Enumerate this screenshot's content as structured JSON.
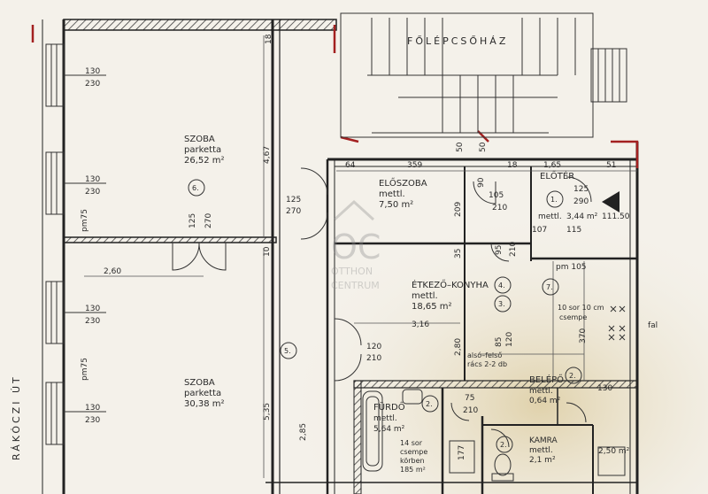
{
  "street": "RÁKÓCZI  ÚT",
  "stairwell": "FŐLÉPCSŐHÁZ",
  "watermark": {
    "brand_line1": "OTTHON",
    "brand_line2": "CENTRUM",
    "monogram": "OC"
  },
  "rooms": {
    "room_upper": {
      "name": "SZOBA",
      "floor": "parketta",
      "area": "26,52 m²",
      "number": "6."
    },
    "room_lower": {
      "name": "SZOBA",
      "floor": "parketta",
      "area": "30,38 m²",
      "number": "5."
    },
    "hall": {
      "name": "ELŐSZOBA",
      "floor": "mettl.",
      "area": "7,50 m²"
    },
    "vestibule": {
      "name": "ELŐTÉR",
      "floor": "mettl.",
      "area": "3,44 m²",
      "number": "1.",
      "height_mark": "111.50"
    },
    "kitchen": {
      "name": "ÉTKEZŐ–KONYHA",
      "floor": "mettl.",
      "area": "18,65 m²",
      "number": "4.",
      "number2": "3.",
      "number3": "7.",
      "tile_note": "10 sor 10 cm",
      "tile_note2": "csempe"
    },
    "kitchen_tiles": {
      "line1": "alsó–felső",
      "line2": "rács 2-2 db"
    },
    "walkin": {
      "name": "BELÉPŐ",
      "floor": "mettl.",
      "area": "0,64 m²",
      "number": "2."
    },
    "bathroom": {
      "name": "FÜRDŐ",
      "floor": "mettl.",
      "area": "5,64 m²",
      "number": "2.",
      "tile_l1": "14 sor",
      "tile_l2": "csempe",
      "tile_l3": "körben",
      "tile_l4": "185 m²"
    },
    "pantry": {
      "name": "KAMRA",
      "floor": "mettl.",
      "area": "2,1 m²",
      "number": "2."
    },
    "wc": {
      "area": "2,50 m²"
    }
  },
  "dimensions": {
    "win1_w": "130",
    "win1_h": "230",
    "win2_w": "130",
    "win2_h": "230",
    "win3_w": "130",
    "win3_h": "230",
    "win4_w": "130",
    "win4_h": "230",
    "door_room_w": "125",
    "door_room_h": "270",
    "door_hall_w": "125",
    "door_hall_h": "270",
    "door_k_w": "120",
    "door_k_h": "210",
    "door_e_w": "105",
    "door_e_h": "210",
    "door_v_w": "125",
    "door_v_h": "290",
    "dim_260": "2,60",
    "dim_467": "4,67",
    "dim_535": "5,35",
    "dim_285": "2,85",
    "dim_64": "64",
    "dim_359": "359",
    "dim_50a": "50",
    "dim_50b": "50",
    "dim_18a": "18",
    "dim_18b": "18",
    "dim_165": "1,65",
    "dim_51": "51",
    "dim_90": "90",
    "dim_209": "209",
    "dim_316": "3,16",
    "dim_280": "2,80",
    "dim_370": "370",
    "dim_pm75a": "pm75",
    "dim_pm75b": "pm75",
    "dim_pm105": "pm 105",
    "dim_107": "107",
    "dim_115": "115",
    "dim_95": "95",
    "dim_210c": "210",
    "dim_85": "85",
    "dim_120b": "120",
    "dim_75a": "75",
    "dim_210d": "210",
    "dim_177": "177",
    "dim_130": "130",
    "dim_10": "10",
    "dim_35": "35",
    "dim_fal": "fal"
  }
}
